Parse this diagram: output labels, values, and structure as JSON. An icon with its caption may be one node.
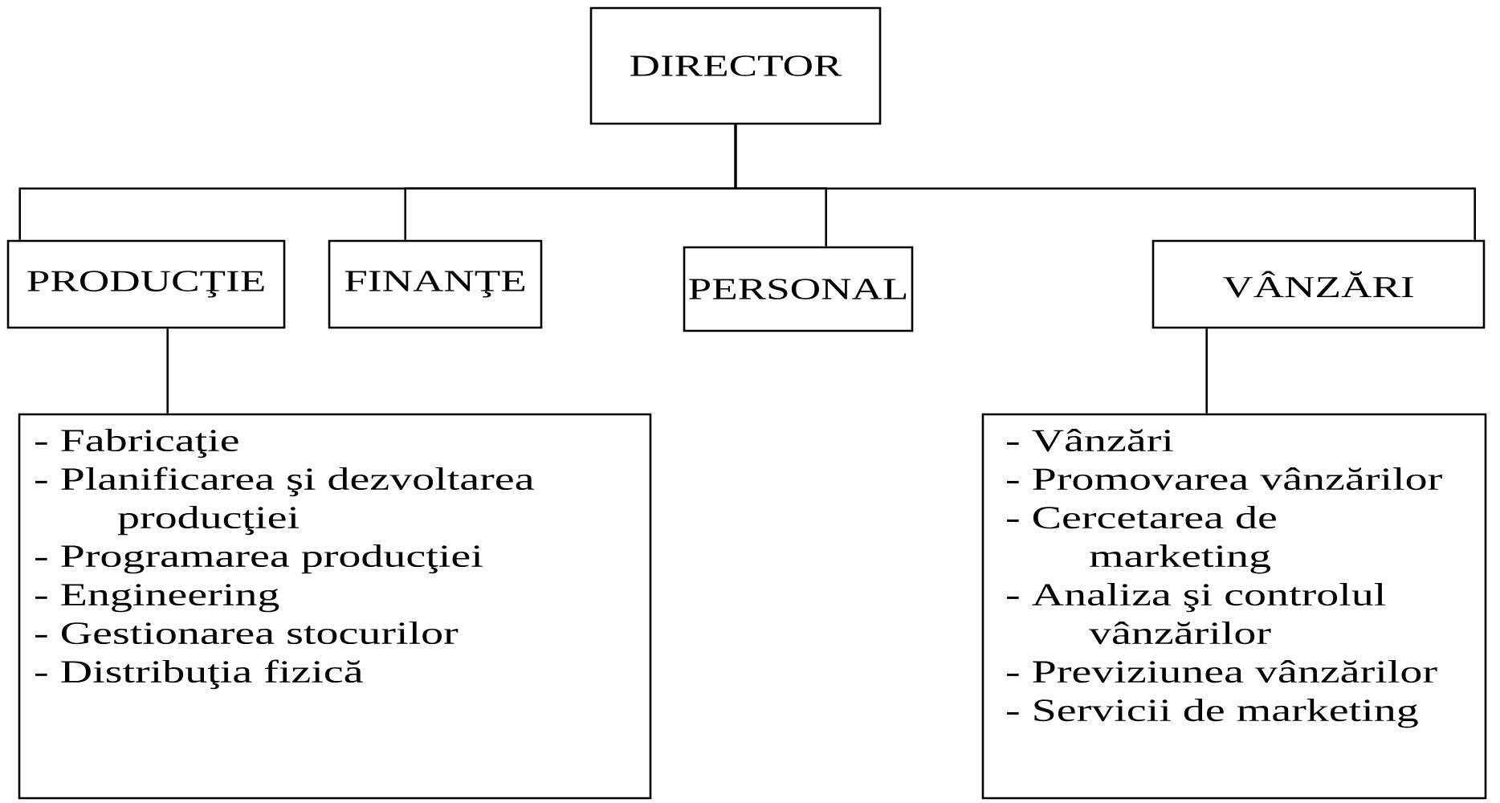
{
  "diagram": {
    "nodes": [
      {
        "text": [
          "DIRECTOR"
        ]
      },
      {
        "text": [
          "PRODUCŢIE"
        ]
      },
      {
        "text": [
          "FINANŢE"
        ]
      },
      {
        "text": [
          "PERSONAL"
        ]
      },
      {
        "text": [
          "VÂNZĂRI"
        ]
      },
      {
        "text": [
          "- Fabricaţie",
          "- Planificarea şi dezvoltarea producţiei",
          "- Programarea producţiei",
          "- Engineering",
          "- Gestionarea stocurilor",
          "- Distribuţia fizică"
        ]
      },
      {
        "text": [
          "- Vânzări",
          "- Promovarea vânzărilor",
          "- Cercetarea de marketing",
          "- Analiza şi controlul vânzărilor",
          "- Previziunea vânzărilor",
          "- Servicii de marketing"
        ]
      }
    ],
    "edges": [
      {
        "from": 0,
        "to": 1,
        "arrow": "none"
      },
      {
        "from": 0,
        "to": 2,
        "arrow": "none"
      },
      {
        "from": 0,
        "to": 3,
        "arrow": "none"
      },
      {
        "from": 0,
        "to": 4,
        "arrow": "none"
      },
      {
        "from": 1,
        "to": 5,
        "arrow": "none"
      },
      {
        "from": 4,
        "to": 6,
        "arrow": "none"
      }
    ]
  }
}
